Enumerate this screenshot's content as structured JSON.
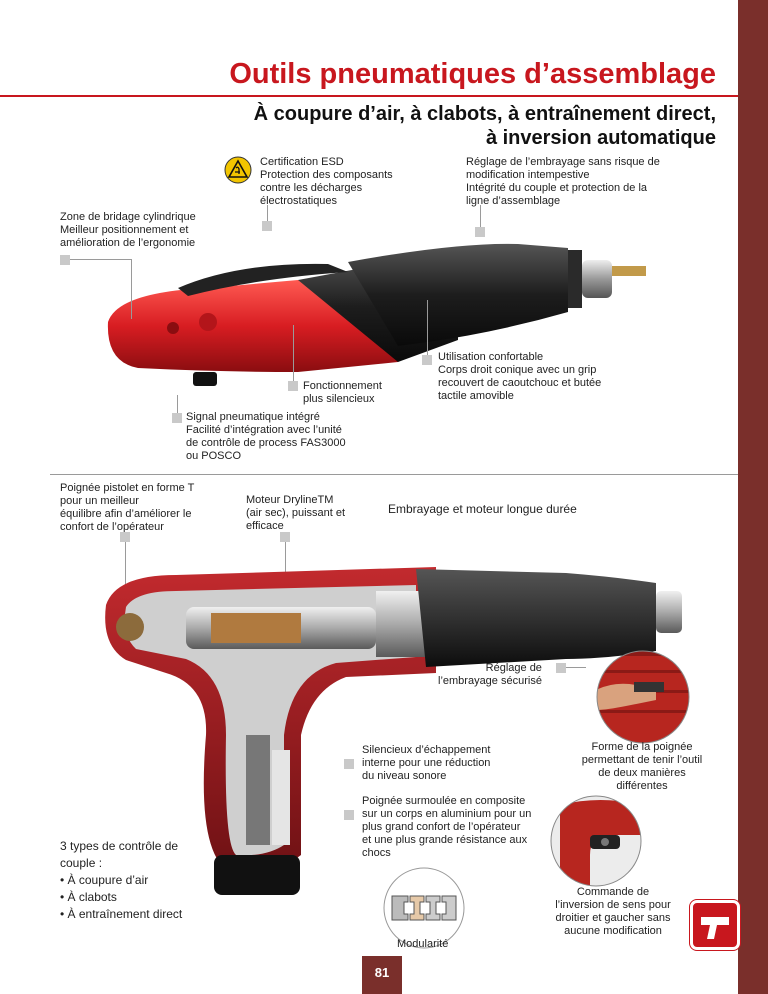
{
  "header": {
    "title": "Outils pneumatiques d’assemblage",
    "subtitle_line1": "À coupure d’air, à clabots, à entraînement direct,",
    "subtitle_line2": "à inversion automatique"
  },
  "esd_badge": {
    "icon": "esd-warning-icon",
    "color": "#f2c500"
  },
  "callouts_top": {
    "esd": [
      "Certification ESD",
      "Protection des composants",
      "contre les décharges",
      "électrostatiques"
    ],
    "clutch": [
      "Réglage de l’embrayage sans risque de",
      "modification intempestive",
      "Intégrité du couple et protection de la",
      "ligne d’assemblage"
    ],
    "clamp": [
      "Zone de bridage cylindrique",
      "Meilleur positionnement et",
      "amélioration de l’ergonomie"
    ],
    "quiet": [
      "Fonctionnement",
      "plus silencieux"
    ],
    "grip": [
      "Utilisation confortable",
      "Corps droit conique avec un grip",
      "recouvert de caoutchouc et butée",
      "tactile amovible"
    ],
    "signal": [
      "Signal pneumatique intégré",
      "Facilité d’intégration avec l’unité",
      "de contrôle de process FAS3000",
      "ou POSCO"
    ]
  },
  "callouts_bottom": {
    "pistol": [
      "Poignée pistolet en forme T",
      "pour un meilleur",
      "équilibre afin d’améliorer le",
      "confort de l’opérateur"
    ],
    "motor": [
      "Moteur DrylineTM",
      "(air sec), puissant et",
      "efficace"
    ],
    "longlife": "Embrayage et moteur longue durée",
    "safe_clutch": [
      "Réglage de",
      "l’embrayage sécurisé"
    ],
    "handle_form": [
      "Forme de la poignée",
      "permettant de tenir l’outil",
      "de deux manières",
      "différentes"
    ],
    "silencer": [
      "Silencieux d’échappement",
      "interne pour une réduction",
      "du niveau sonore"
    ],
    "overmold": [
      "Poignée surmoulée en composite",
      "sur un corps en aluminium pour un",
      "plus grand confort de l’opérateur",
      "et une plus grande résistance aux",
      "chocs"
    ],
    "control_types": [
      "3 types de contrôle de",
      "couple :",
      "• À coupure d’air",
      "• À clabots",
      "• À entraînement direct"
    ],
    "reverse": [
      "Commande de",
      "l’inversion de sens pour",
      "droitier et gaucher sans",
      "aucune modification"
    ],
    "modularity": "Modularité"
  },
  "colors": {
    "brand_red": "#c8171e",
    "sidebar": "#7a2f2b",
    "marker": "#c9c9c9"
  },
  "footer": {
    "page_number": "81",
    "icon": "pistol-tool-icon"
  }
}
